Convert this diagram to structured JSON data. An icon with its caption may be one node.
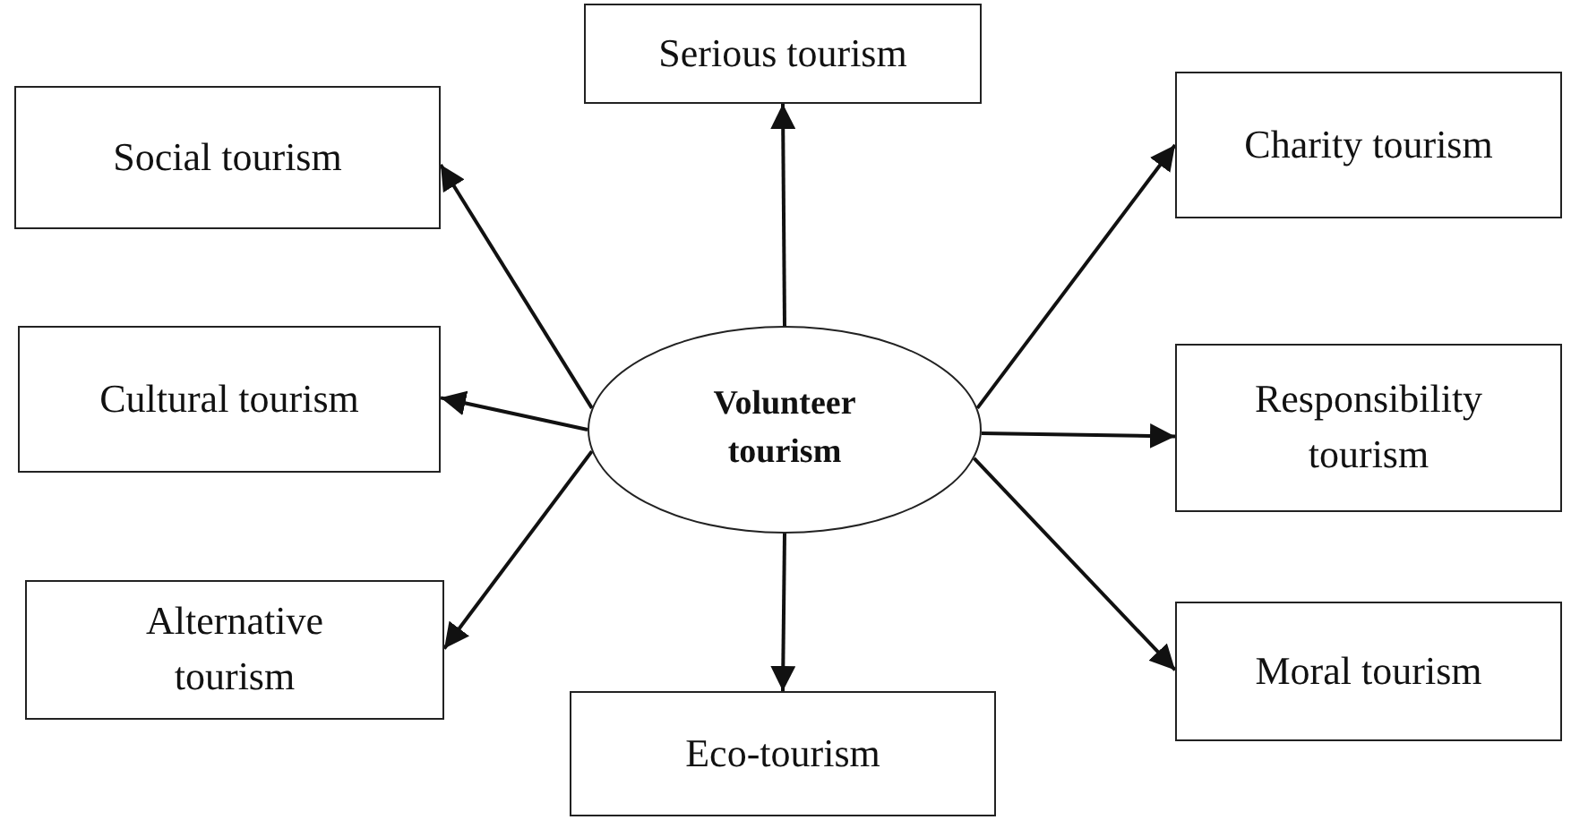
{
  "diagram": {
    "nodes": [
      {
        "text": [
          "Serious tourism"
        ]
      },
      {
        "text": [
          "Social tourism"
        ]
      },
      {
        "text": [
          "Charity tourism"
        ]
      },
      {
        "text": [
          "Cultural tourism"
        ]
      },
      {
        "text": [
          "Volunteer tourism"
        ]
      },
      {
        "text": [
          "Responsibility tourism"
        ]
      },
      {
        "text": [
          "Alternative tourism"
        ]
      },
      {
        "text": [
          "Moral tourism"
        ]
      },
      {
        "text": [
          "Eco-tourism"
        ]
      }
    ],
    "edges": [
      {
        "from": 4,
        "to": 0,
        "arrow": "to"
      },
      {
        "from": 4,
        "to": 1,
        "arrow": "to"
      },
      {
        "from": 4,
        "to": 2,
        "arrow": "to"
      },
      {
        "from": 4,
        "to": 3,
        "arrow": "to"
      },
      {
        "from": 4,
        "to": 5,
        "arrow": "to"
      },
      {
        "from": 4,
        "to": 6,
        "arrow": "to"
      },
      {
        "from": 4,
        "to": 7,
        "arrow": "to"
      },
      {
        "from": 4,
        "to": 8,
        "arrow": "to"
      }
    ]
  }
}
